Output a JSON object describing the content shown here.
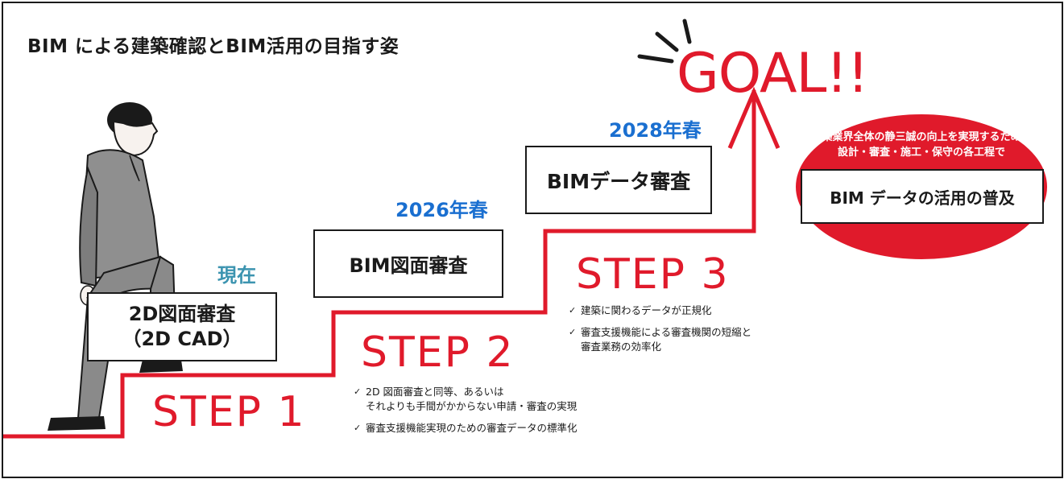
{
  "title": "BIM による建築確認とBIM活用の目指す姿",
  "stages": [
    {
      "when": "現在",
      "box_lines": [
        "2D図面審査",
        "（2D CAD）"
      ],
      "step": "STEP 1",
      "notes": []
    },
    {
      "when": "2026年春",
      "box_lines": [
        "BIM図面審査"
      ],
      "step": "STEP 2",
      "notes": [
        "2D 図面審査と同等、あるいは\nそれよりも手間がかからない申請・審査の実現",
        "審査支援機能実現のための審査データの標準化"
      ]
    },
    {
      "when": "2028年春",
      "box_lines": [
        "BIMデータ審査"
      ],
      "step": "STEP 3",
      "notes": [
        "建築に関わるデータが正規化",
        "審査支援機能による審査機関の短縮と\n審査業務の効率化"
      ]
    }
  ],
  "goal": {
    "label": "GOAL!!",
    "description_lines": [
      "建築業界全体の静三誠の向上を実現するため、",
      "設計・審査・施工・保守の各工程で"
    ],
    "headline": "BIM データの活用の普及"
  },
  "check_mark": "✓",
  "colors": {
    "accent_red": "#e01a2b",
    "now_teal": "#3c94b0",
    "year_blue": "#1a6fd0",
    "suit_gray": "#8f8f8f",
    "ink": "#1a1a1a"
  }
}
